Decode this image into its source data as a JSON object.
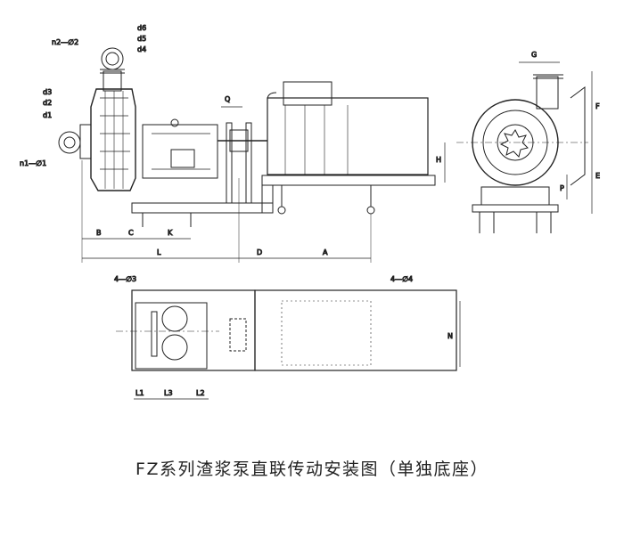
{
  "caption": "FZ系列渣浆泵直联传动安装图（单独底座）",
  "labels": {
    "n2": "n2—∅2",
    "d6": "d6",
    "d5": "d5",
    "d4": "d4",
    "d3": "d3",
    "d2": "d2",
    "d1": "d1",
    "n1": "n1—∅1",
    "Q": "Q",
    "H": "H",
    "G": "G",
    "F": "F",
    "E": "E",
    "P": "P",
    "B": "B",
    "C": "C",
    "K": "K",
    "L": "L",
    "D": "D",
    "A": "A",
    "holes3": "4—∅3",
    "holes4": "4—∅4",
    "N": "N",
    "L1": "L1",
    "L3": "L3",
    "L2": "L2"
  }
}
